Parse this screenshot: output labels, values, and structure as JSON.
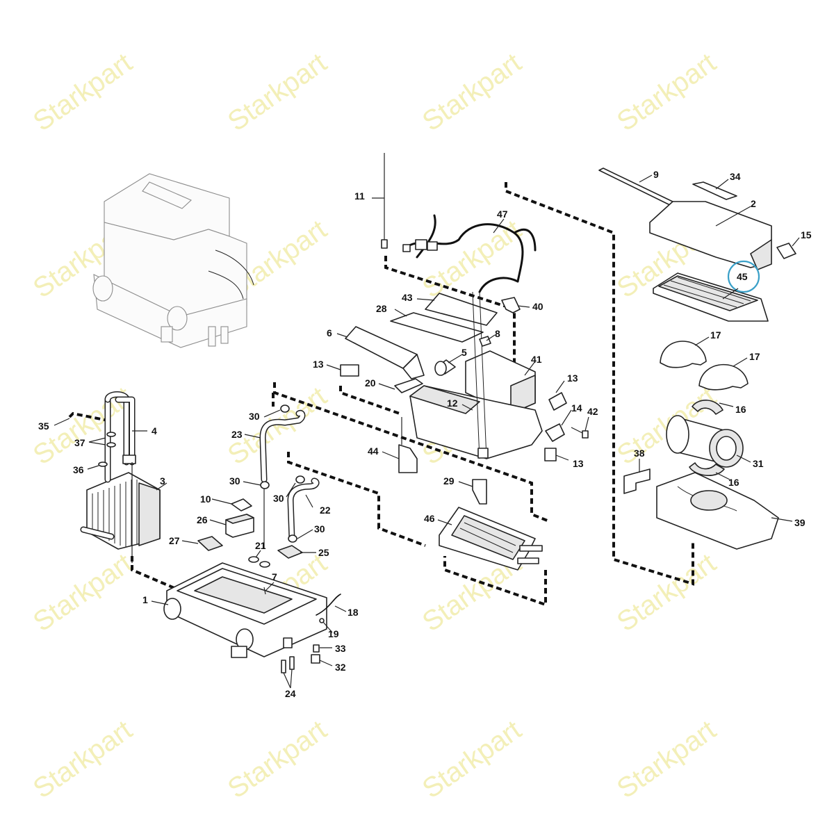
{
  "watermark": {
    "text": "Starkpart",
    "color": "#f3efb8"
  },
  "highlight": {
    "part": "45",
    "color": "#3aa0c8"
  },
  "labels": {
    "p1": "1",
    "p2": "2",
    "p3": "3",
    "p4": "4",
    "p5": "5",
    "p6": "6",
    "p7": "7",
    "p8": "8",
    "p9": "9",
    "p10": "10",
    "p11": "11",
    "p12": "12",
    "p13a": "13",
    "p13b": "13",
    "p13c": "13",
    "p14": "14",
    "p15": "15",
    "p16a": "16",
    "p16b": "16",
    "p17a": "17",
    "p17b": "17",
    "p18": "18",
    "p19": "19",
    "p20": "20",
    "p21": "21",
    "p22": "22",
    "p23": "23",
    "p24": "24",
    "p25": "25",
    "p26": "26",
    "p27": "27",
    "p28": "28",
    "p29": "29",
    "p30a": "30",
    "p30b": "30",
    "p30c": "30",
    "p30d": "30",
    "p31": "31",
    "p32": "32",
    "p33": "33",
    "p34": "34",
    "p35": "35",
    "p36": "36",
    "p37": "37",
    "p38": "38",
    "p39": "39",
    "p40": "40",
    "p41": "41",
    "p42": "42",
    "p43": "43",
    "p44": "44",
    "p45": "45",
    "p46": "46",
    "p47": "47"
  }
}
